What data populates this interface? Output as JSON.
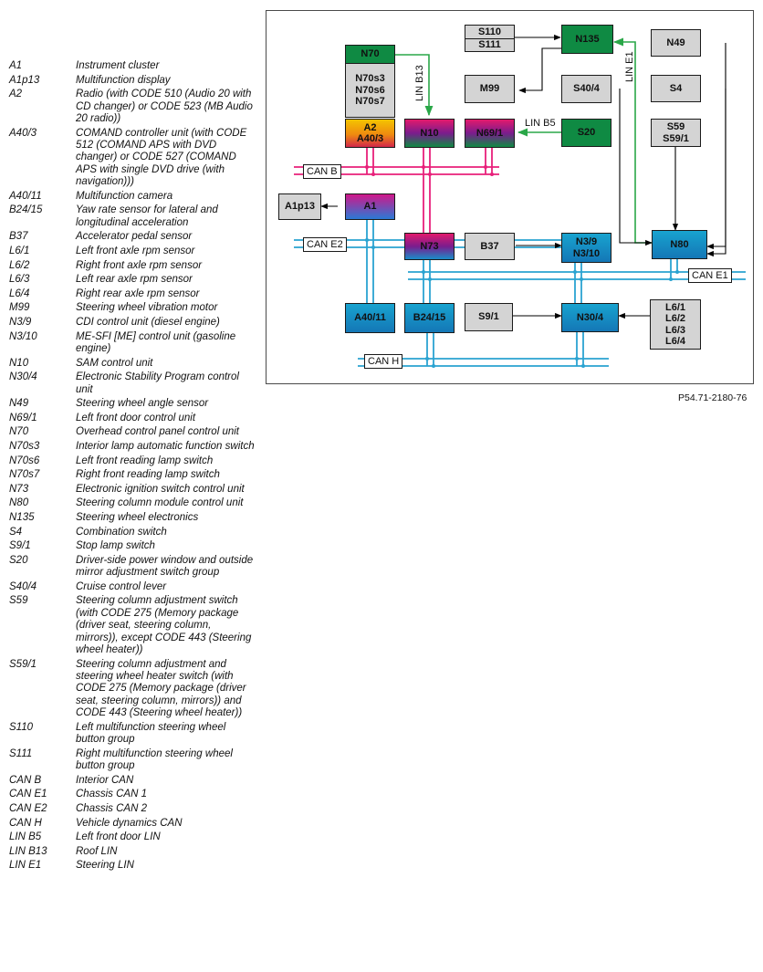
{
  "legend": [
    {
      "code": "A1",
      "desc": "Instrument cluster"
    },
    {
      "code": "A1p13",
      "desc": "Multifunction display"
    },
    {
      "code": "A2",
      "desc": "Radio (with CODE 510 (Audio 20 with CD changer) or CODE 523 (MB Audio 20 radio))"
    },
    {
      "code": "A40/3",
      "desc": "COMAND controller unit (with CODE 512 (COMAND APS with DVD changer) or CODE 527 (COMAND APS with single DVD drive (with navigation)))"
    },
    {
      "code": "A40/11",
      "desc": "Multifunction camera"
    },
    {
      "code": "B24/15",
      "desc": "Yaw rate sensor for lateral and longitudinal acceleration"
    },
    {
      "code": "B37",
      "desc": "Accelerator pedal sensor"
    },
    {
      "code": "L6/1",
      "desc": "Left front axle rpm sensor"
    },
    {
      "code": "L6/2",
      "desc": "Right front axle rpm sensor"
    },
    {
      "code": "L6/3",
      "desc": "Left rear axle rpm sensor"
    },
    {
      "code": "L6/4",
      "desc": "Right rear axle rpm sensor"
    },
    {
      "code": "M99",
      "desc": "Steering wheel vibration motor"
    },
    {
      "code": "N3/9",
      "desc": "CDI control unit (diesel engine)"
    },
    {
      "code": "N3/10",
      "desc": "ME-SFI [ME] control unit (gasoline engine)"
    },
    {
      "code": "N10",
      "desc": "SAM control unit"
    },
    {
      "code": "N30/4",
      "desc": "Electronic Stability Program control unit"
    },
    {
      "code": "N49",
      "desc": "Steering wheel angle sensor"
    },
    {
      "code": "N69/1",
      "desc": "Left front door control unit"
    },
    {
      "code": "N70",
      "desc": "Overhead control panel control unit"
    },
    {
      "code": "N70s3",
      "desc": "Interior lamp automatic function switch"
    },
    {
      "code": "N70s6",
      "desc": "Left front reading lamp switch"
    },
    {
      "code": "N70s7",
      "desc": "Right front reading lamp switch"
    },
    {
      "code": "N73",
      "desc": "Electronic ignition switch control unit"
    },
    {
      "code": "N80",
      "desc": "Steering column module control unit"
    },
    {
      "code": "N135",
      "desc": "Steering wheel electronics"
    },
    {
      "code": "S4",
      "desc": "Combination switch"
    },
    {
      "code": "S9/1",
      "desc": "Stop lamp switch"
    },
    {
      "code": "S20",
      "desc": "Driver-side power window and outside mirror adjustment switch group"
    },
    {
      "code": "S40/4",
      "desc": "Cruise control lever"
    },
    {
      "code": "S59",
      "desc": "Steering column adjustment switch (with CODE 275 (Memory package (driver seat, steering column, mirrors)), except CODE 443 (Steering wheel heater))"
    },
    {
      "code": "S59/1",
      "desc": "Steering column adjustment and steering wheel heater switch (with CODE 275 (Memory package (driver seat, steering column, mirrors)) and CODE 443 (Steering wheel heater))"
    },
    {
      "code": "S110",
      "desc": "Left multifunction steering wheel button group"
    },
    {
      "code": "S111",
      "desc": "Right multifunction steering wheel button group"
    },
    {
      "code": "CAN B",
      "desc": "Interior CAN"
    },
    {
      "code": "CAN E1",
      "desc": "Chassis CAN 1"
    },
    {
      "code": "CAN E2",
      "desc": "Chassis CAN 2"
    },
    {
      "code": "CAN H",
      "desc": "Vehicle dynamics CAN"
    },
    {
      "code": "LIN B5",
      "desc": "Left front door LIN"
    },
    {
      "code": "LIN B13",
      "desc": "Roof LIN"
    },
    {
      "code": "LIN E1",
      "desc": "Steering LIN"
    }
  ],
  "diagram": {
    "nodes": {
      "n70": {
        "title": "N70",
        "sub1": "N70s3",
        "sub2": "N70s6",
        "sub3": "N70s7"
      },
      "s110": {
        "line1": "S110",
        "line2": "S111"
      },
      "n135": {
        "label": "N135"
      },
      "n49": {
        "label": "N49"
      },
      "m99": {
        "label": "M99"
      },
      "s40_4": {
        "label": "S40/4"
      },
      "s4": {
        "label": "S4"
      },
      "a2": {
        "line1": "A2",
        "line2": "A40/3"
      },
      "n10": {
        "label": "N10"
      },
      "n69_1": {
        "label": "N69/1"
      },
      "s20": {
        "label": "S20"
      },
      "s59": {
        "line1": "S59",
        "line2": "S59/1"
      },
      "a1p13": {
        "label": "A1p13"
      },
      "a1": {
        "label": "A1"
      },
      "n73": {
        "label": "N73"
      },
      "b37": {
        "label": "B37"
      },
      "n3_9": {
        "line1": "N3/9",
        "line2": "N3/10"
      },
      "n80": {
        "label": "N80"
      },
      "a40_11": {
        "label": "A40/11"
      },
      "b24_15": {
        "label": "B24/15"
      },
      "s9_1": {
        "label": "S9/1"
      },
      "n30_4": {
        "label": "N30/4"
      },
      "l6": {
        "line1": "L6/1",
        "line2": "L6/2",
        "line3": "L6/3",
        "line4": "L6/4"
      }
    },
    "buses": {
      "can_b": "CAN B",
      "can_e2": "CAN E2",
      "can_e1": "CAN E1",
      "can_h": "CAN H",
      "lin_b13": "LIN B13",
      "lin_b5": "LIN B5",
      "lin_e1": "LIN E1"
    },
    "colors": {
      "can_b": "#e8207a",
      "can_blue": "#2aa3d1",
      "lin": "#2aa748",
      "wire": "#000000"
    }
  },
  "figure_id": "P54.71-2180-76"
}
